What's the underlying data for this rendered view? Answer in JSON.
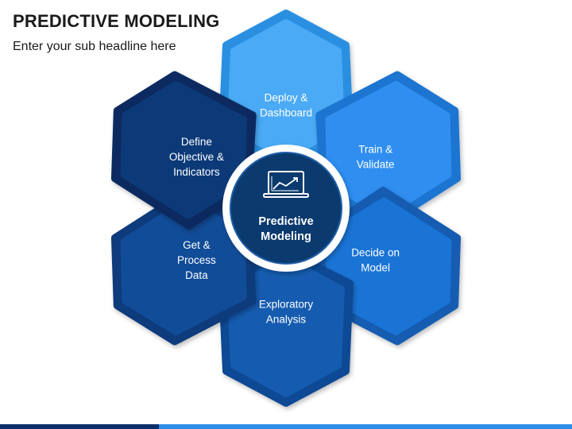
{
  "header": {
    "title": "PREDICTIVE MODELING",
    "subtitle": "Enter your sub headline here"
  },
  "diagram": {
    "center": {
      "lines": [
        "Predictive",
        "Modeling"
      ],
      "icon": "laptop-chart-icon",
      "fill": "#0b3a6e"
    },
    "petals": [
      {
        "id": "deploy",
        "lines": [
          "Deploy &",
          "Dashboard"
        ],
        "fill": "#4aaaf5",
        "border": "#2a8fe0"
      },
      {
        "id": "train",
        "lines": [
          "Train &",
          "Validate"
        ],
        "fill": "#2f8ef0",
        "border": "#1f74d0"
      },
      {
        "id": "decide",
        "lines": [
          "Decide on",
          "Model"
        ],
        "fill": "#1a74d6",
        "border": "#125cb0"
      },
      {
        "id": "exploratory",
        "lines": [
          "Exploratory",
          "Analysis"
        ],
        "fill": "#155cb0",
        "border": "#0f4a94"
      },
      {
        "id": "process",
        "lines": [
          "Get &",
          "Process",
          "Data"
        ],
        "fill": "#114c98",
        "border": "#0b3b7c"
      },
      {
        "id": "define",
        "lines": [
          "Define",
          "Objective &",
          "Indicators"
        ],
        "fill": "#0c3a78",
        "border": "#082c60"
      }
    ]
  },
  "colors": {
    "ring": "#ffffff",
    "center_border": "#1f5fa8",
    "accent_dark": "#0b2f6b",
    "accent_light": "#2f8fe8"
  }
}
